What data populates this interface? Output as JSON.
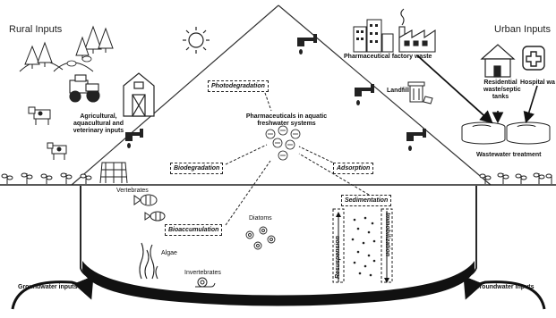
{
  "headers": {
    "rural": "Rural Inputs",
    "urban": "Urban Inputs"
  },
  "center": {
    "line1": "Pharmaceuticals in aquatic",
    "line2": "freshwater systems"
  },
  "processes": {
    "photodegradation": "Photodegradation",
    "biodegradation": "Biodegradation",
    "adsorption": "Adsorption",
    "bioaccumulation": "Bioaccumulation",
    "sedimentation": "Sedimentation",
    "resuspension": "Resuspension",
    "immobilization": "Immobilization"
  },
  "sources": {
    "agri": [
      "Agricultural,",
      "aquacultural and",
      "veterinary inputs"
    ],
    "pharma_factory": "Pharmaceutical factory waste",
    "landfill": "Landfill",
    "residential": [
      "Residential",
      "waste/septic",
      "tanks"
    ],
    "hospital": "Hospital wa",
    "wastewater": "Wastewater treatment"
  },
  "organisms": {
    "vertebrates": "Vertebrates",
    "diatoms": "Diatoms",
    "algae": "Algae",
    "invertebrates": "Invertebrates"
  },
  "groundwater": {
    "left": "Groundwater inputs",
    "right": "Groundwater inputs"
  }
}
